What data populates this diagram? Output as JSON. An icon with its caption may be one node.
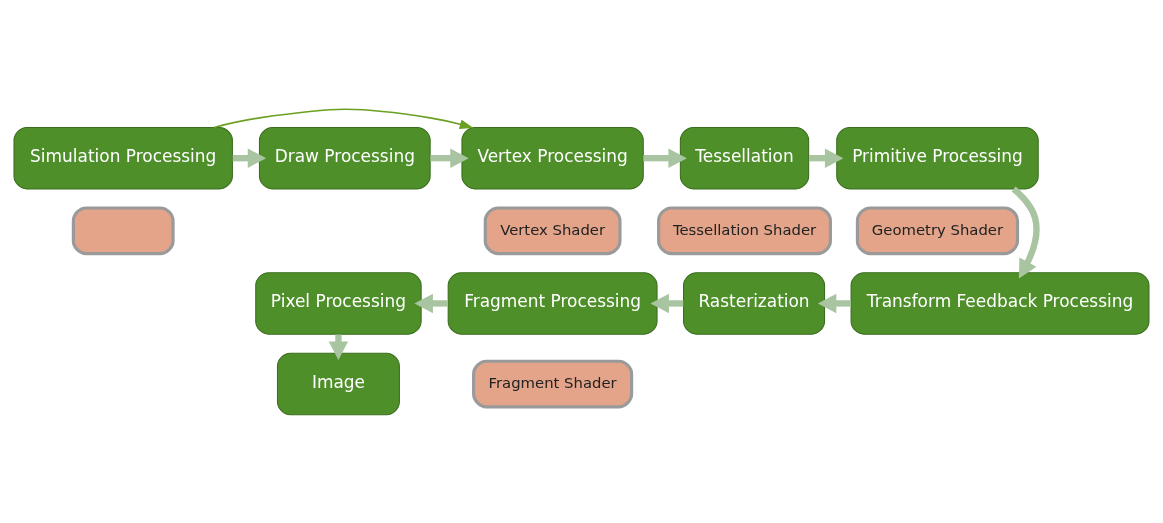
{
  "diagram": {
    "nodes": [
      {
        "text": [
          "Simulation Processing"
        ]
      },
      {
        "text": [],
        "shape": "box"
      },
      {
        "text": [
          "Draw Processing"
        ]
      },
      {
        "text": [
          "Vertex Processing"
        ]
      },
      {
        "text": [
          "Vertex Shader"
        ]
      },
      {
        "text": [
          "Tessellation"
        ]
      },
      {
        "text": [
          "Tessellation Shader"
        ]
      },
      {
        "text": [
          "Primitive Processing"
        ]
      },
      {
        "text": [
          "Geometry Shader"
        ]
      },
      {
        "text": [
          "Transform Feedback Processing"
        ]
      },
      {
        "text": [
          "Rasterization"
        ]
      },
      {
        "text": [
          "Fragment Processing"
        ]
      },
      {
        "text": [
          "Fragment Shader"
        ]
      },
      {
        "text": [
          "Pixel Processing"
        ]
      },
      {
        "text": [
          "Image"
        ]
      }
    ],
    "edges": [
      {
        "from": 0,
        "to": 2,
        "arrow": "to"
      },
      {
        "from": 2,
        "to": 3,
        "arrow": "to"
      },
      {
        "from": 3,
        "to": 5,
        "arrow": "to"
      },
      {
        "from": 5,
        "to": 7,
        "arrow": "to"
      },
      {
        "from": 7,
        "to": 9,
        "arrow": "to"
      },
      {
        "from": 9,
        "to": 10,
        "arrow": "to"
      },
      {
        "from": 10,
        "to": 11,
        "arrow": "to"
      },
      {
        "from": 11,
        "to": 13,
        "arrow": "to"
      },
      {
        "from": 13,
        "to": 14,
        "arrow": "to"
      },
      {
        "from": 0,
        "to": 3,
        "arrow": "to",
        "color": "#6aa121"
      }
    ]
  }
}
